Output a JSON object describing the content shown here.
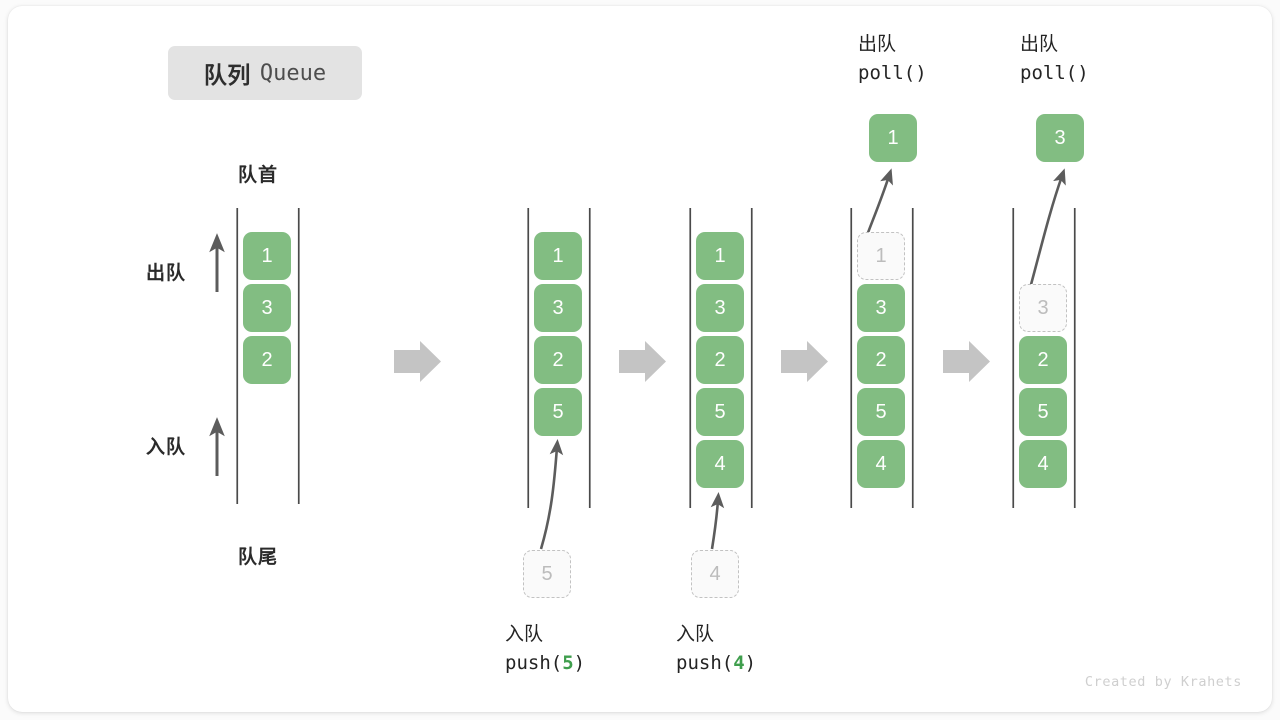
{
  "title": {
    "cn": "队列",
    "en": "Queue"
  },
  "labels": {
    "head": "队首",
    "tail": "队尾",
    "dequeue": "出队",
    "enqueue": "入队"
  },
  "watermark": "Created by Krahets",
  "colors": {
    "cell_fill": "#82bd82",
    "cell_text": "#ffffff",
    "ghost_border": "#c2c2c2",
    "ghost_text": "#bcbcbc",
    "rail": "#4a4a4a",
    "step_arrow": "#c4c4c4",
    "badge_bg": "#e3e3e3",
    "accent_green": "#3f9e4d",
    "card_bg": "#ffffff",
    "page_bg": "#fbfbfb"
  },
  "operations": {
    "push5": {
      "cn": "入队",
      "code_prefix": "push(",
      "code_value": "5",
      "code_suffix": ")"
    },
    "push4": {
      "cn": "入队",
      "code_prefix": "push(",
      "code_value": "4",
      "code_suffix": ")"
    },
    "poll1": {
      "cn": "出队",
      "code": "poll()"
    },
    "poll2": {
      "cn": "出队",
      "code": "poll()"
    }
  },
  "columns": [
    {
      "id": "state-initial",
      "cells": [
        {
          "value": "1",
          "state": "filled"
        },
        {
          "value": "3",
          "state": "filled"
        },
        {
          "value": "2",
          "state": "filled"
        }
      ]
    },
    {
      "id": "state-after-push-5",
      "cells": [
        {
          "value": "1",
          "state": "filled"
        },
        {
          "value": "3",
          "state": "filled"
        },
        {
          "value": "2",
          "state": "filled"
        },
        {
          "value": "5",
          "state": "filled"
        }
      ],
      "incoming": {
        "value": "5",
        "state": "ghost"
      }
    },
    {
      "id": "state-after-push-4",
      "cells": [
        {
          "value": "1",
          "state": "filled"
        },
        {
          "value": "3",
          "state": "filled"
        },
        {
          "value": "2",
          "state": "filled"
        },
        {
          "value": "5",
          "state": "filled"
        },
        {
          "value": "4",
          "state": "filled"
        }
      ],
      "incoming": {
        "value": "4",
        "state": "ghost"
      }
    },
    {
      "id": "state-after-poll-1",
      "cells": [
        {
          "value": "1",
          "state": "ghost"
        },
        {
          "value": "3",
          "state": "filled"
        },
        {
          "value": "2",
          "state": "filled"
        },
        {
          "value": "5",
          "state": "filled"
        },
        {
          "value": "4",
          "state": "filled"
        }
      ],
      "outgoing": {
        "value": "1",
        "state": "filled"
      }
    },
    {
      "id": "state-after-poll-3",
      "cells": [
        {
          "value": "",
          "state": "empty"
        },
        {
          "value": "3",
          "state": "ghost"
        },
        {
          "value": "2",
          "state": "filled"
        },
        {
          "value": "5",
          "state": "filled"
        },
        {
          "value": "4",
          "state": "filled"
        }
      ],
      "outgoing": {
        "value": "3",
        "state": "filled"
      }
    }
  ]
}
